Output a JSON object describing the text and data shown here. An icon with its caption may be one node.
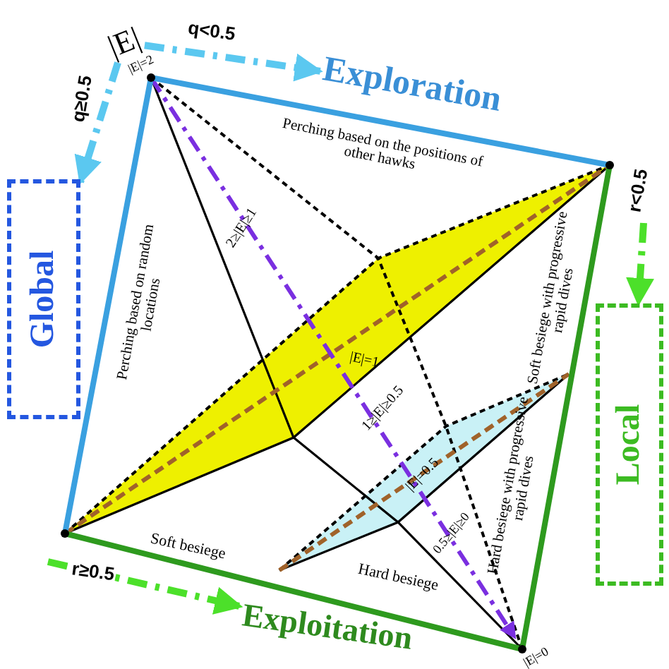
{
  "diagram": {
    "nodes": [
      {
        "text": [
          "|E|"
        ]
      },
      {
        "text": [
          "Exploration"
        ]
      },
      {
        "text": [
          "Global"
        ]
      },
      {
        "text": [
          "Local"
        ]
      },
      {
        "text": [
          "Exploitation"
        ]
      }
    ],
    "edges": [
      {
        "from": 0,
        "to": 1,
        "arrow": "to",
        "label": "q<0.5",
        "style": "dashed",
        "color": "#5bc8f0"
      },
      {
        "from": 0,
        "to": 2,
        "arrow": "to",
        "label": "q≥0.5",
        "style": "dashed",
        "color": "#5bc8f0"
      },
      {
        "from": null,
        "to": 3,
        "arrow": "to",
        "label": "r<0.5",
        "style": "dashed",
        "color": "#4ce02a"
      },
      {
        "from": null,
        "to": 4,
        "arrow": "to",
        "label": "r≥0.5",
        "style": "dashed",
        "color": "#4ce02a"
      }
    ],
    "labels": [
      "|E|=2",
      "Perching based on the positions of other hawks",
      "Perching based on random locations",
      "2≥|E|≥1",
      "|E|=1",
      "Soft besiege with progressive rapid dives",
      "1≥|E|≥0.5",
      "|E|=0.5",
      "Hard besiege with progressive rapid dives",
      "0.5≥|E|≥0",
      "Soft besiege",
      "Hard besiege",
      "|E|=0"
    ]
  }
}
